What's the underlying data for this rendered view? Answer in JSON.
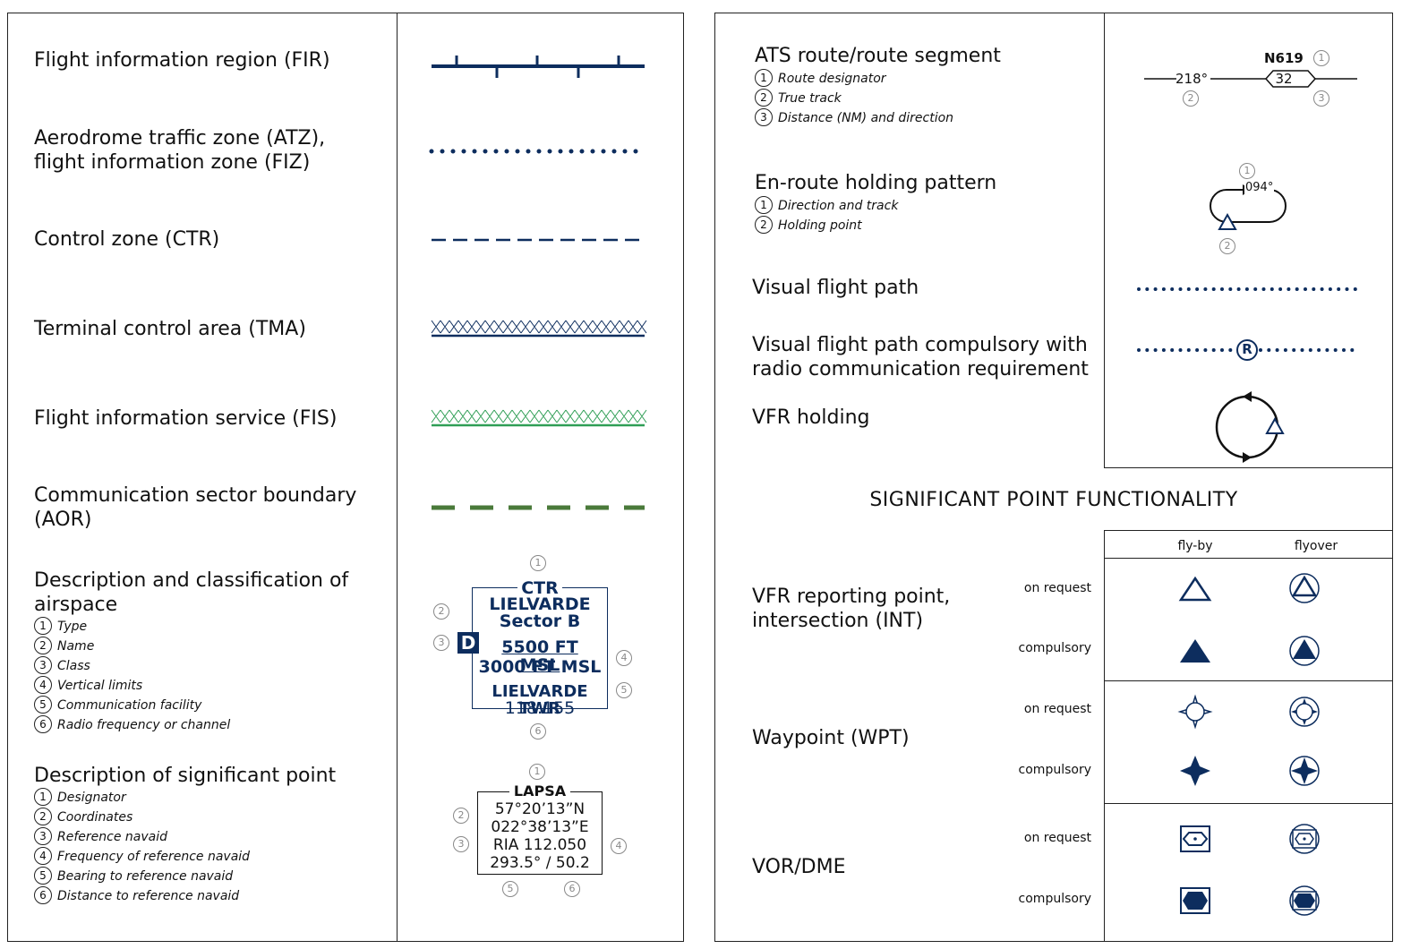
{
  "left": {
    "items": [
      {
        "label": "Flight information region (FIR)"
      },
      {
        "label": "Aerodrome traffic zone (ATZ),"
      },
      {
        "label": "flight information zone (FIZ)"
      },
      {
        "label": "Control zone (CTR)"
      },
      {
        "label": "Terminal control area (TMA)"
      },
      {
        "label": "Flight information service (FIS)"
      },
      {
        "label": "Communication sector boundary"
      },
      {
        "label": "(AOR)"
      }
    ],
    "airspace": {
      "title1": "Description and classification of",
      "title2": "airspace",
      "notes": [
        "Type",
        "Name",
        "Class",
        "Vertical limits",
        "Communication facility",
        "Radio frequency or channel"
      ],
      "box": {
        "type": "CTR",
        "name": "LIELVARDE",
        "sector": "Sector B",
        "class": "D",
        "upper": "5500 FT MSL",
        "lower": "3000 FT MSL",
        "facility": "LIELVARDE TWR",
        "frequency": "118.155"
      }
    },
    "sigpoint": {
      "title": "Description of significant point",
      "notes": [
        "Designator",
        "Coordinates",
        "Reference navaid",
        "Frequency of reference navaid",
        "Bearing to reference navaid",
        "Distance to reference navaid"
      ],
      "box": {
        "designator": "LAPSA",
        "lat": "57°20’13”N",
        "lon": "022°38’13”E",
        "navaid": "RIA 112.050",
        "bearing": "293.5° / 50.2"
      }
    }
  },
  "right": {
    "ats": {
      "title": "ATS route/route segment",
      "notes": [
        "Route designator",
        "True track",
        "Distance (NM) and direction"
      ],
      "designator": "N619",
      "track": "218°",
      "distance": "32"
    },
    "holding": {
      "title": "En-route holding pattern",
      "notes": [
        "Direction and track",
        "Holding point"
      ],
      "track": "094°"
    },
    "vfp": {
      "title": "Visual flight path"
    },
    "vfpc": {
      "title1": "Visual flight path compulsory with",
      "title2": "radio communication requirement",
      "symbol": "R"
    },
    "vfrhold": {
      "title": "VFR holding"
    },
    "spf": {
      "heading": "SIGNIFICANT POINT FUNCTIONALITY",
      "col_flyby": "fly-by",
      "col_flyover": "flyover",
      "on_request": "on request",
      "compulsory": "compulsory",
      "rows": [
        {
          "label1": "VFR reporting point,",
          "label2": "intersection (INT)"
        },
        {
          "label1": "Waypoint (WPT)",
          "label2": ""
        },
        {
          "label1": "VOR/DME",
          "label2": ""
        }
      ]
    }
  },
  "circled": [
    "1",
    "2",
    "3",
    "4",
    "5",
    "6"
  ],
  "colors": {
    "navy": "#0d2d5e",
    "green": "#2f9e55",
    "darkgreen": "#4a7a3a",
    "grey": "#888888"
  }
}
